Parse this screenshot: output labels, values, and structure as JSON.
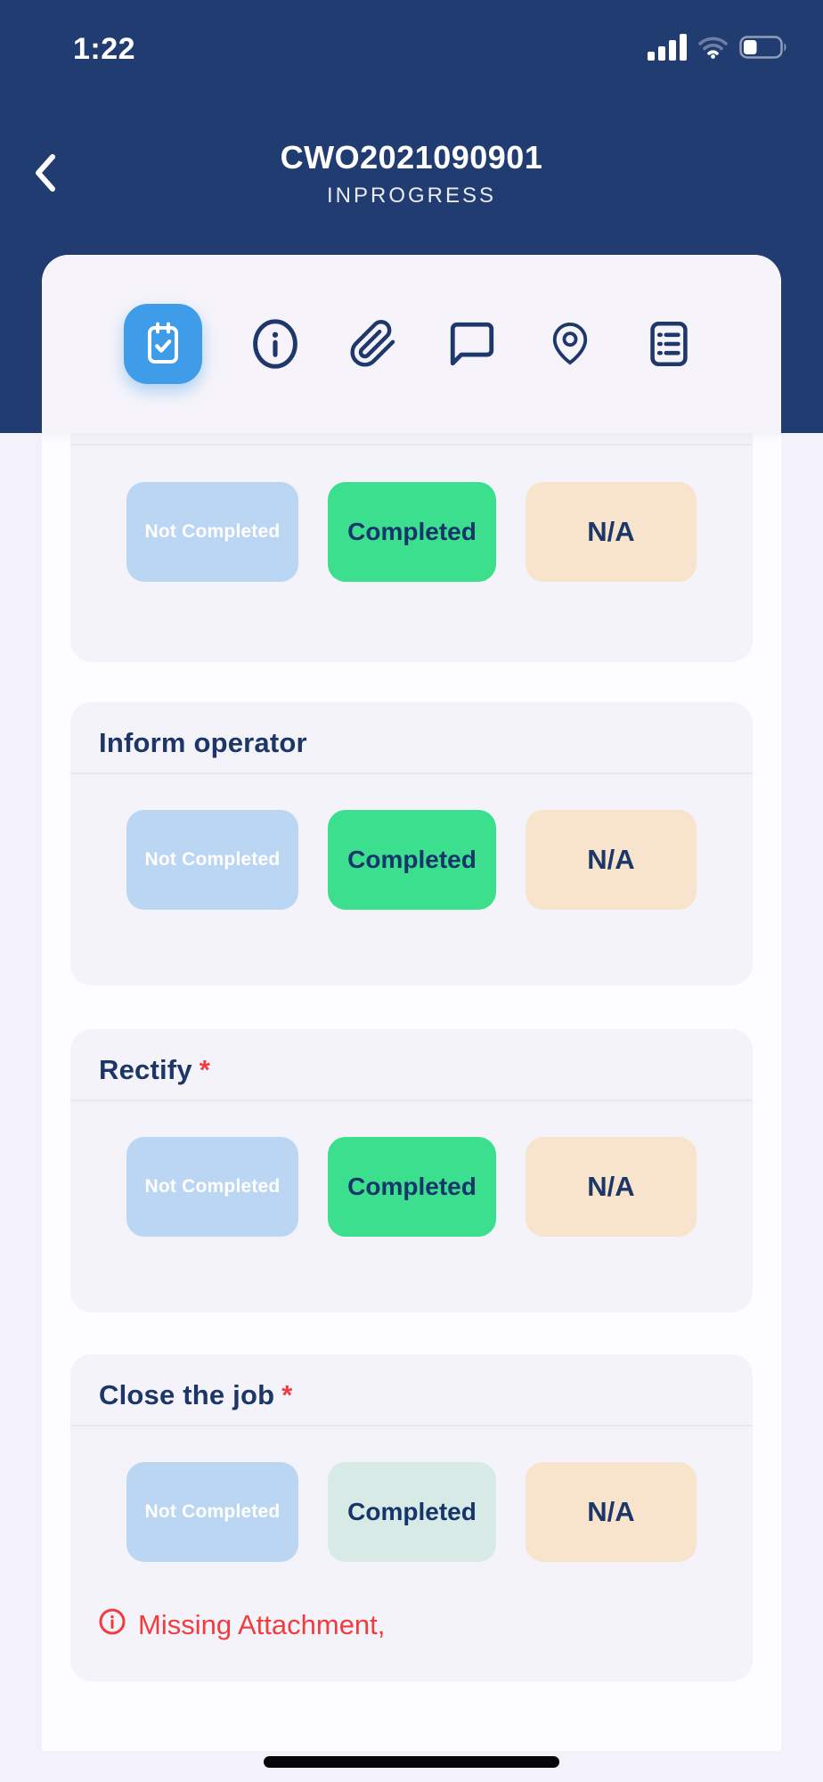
{
  "status_bar": {
    "time": "1:22",
    "icons": [
      "cellular-signal",
      "wifi",
      "battery"
    ]
  },
  "header": {
    "title": "CWO2021090901",
    "status": "INPROGRESS"
  },
  "tabs": [
    {
      "icon": "clipboard-check-icon",
      "name": "tasks",
      "active": true
    },
    {
      "icon": "info-icon",
      "name": "info",
      "active": false
    },
    {
      "icon": "paperclip-icon",
      "name": "attachments",
      "active": false
    },
    {
      "icon": "comment-icon",
      "name": "comments",
      "active": false
    },
    {
      "icon": "map-pin-icon",
      "name": "location",
      "active": false
    },
    {
      "icon": "list-icon",
      "name": "checklist",
      "active": false
    }
  ],
  "sections": [
    {
      "title": "",
      "options": [
        {
          "label": "Not Completed",
          "state": "unselected"
        },
        {
          "label": "Completed",
          "state": "selected"
        },
        {
          "label": "N/A",
          "state": "unselected"
        }
      ]
    },
    {
      "title": "Inform operator",
      "options": [
        {
          "label": "Not Completed",
          "state": "unselected"
        },
        {
          "label": "Completed",
          "state": "selected"
        },
        {
          "label": "N/A",
          "state": "unselected"
        }
      ]
    },
    {
      "title": "Rectify",
      "required_marker": "*",
      "options": [
        {
          "label": "Not Completed",
          "state": "unselected"
        },
        {
          "label": "Completed",
          "state": "selected"
        },
        {
          "label": "N/A",
          "state": "unselected"
        }
      ]
    },
    {
      "title": "Close the job",
      "required_marker": "*",
      "options": [
        {
          "label": "Not Completed",
          "state": "unselected"
        },
        {
          "label": "Completed",
          "state": "unselected"
        },
        {
          "label": "N/A",
          "state": "unselected"
        }
      ],
      "error": "Missing Attachment,"
    }
  ],
  "colors": {
    "header_bg": "#213c70",
    "active_tab_blue": "#3e9ce9",
    "selected_green": "#3cdf8d",
    "not_completed_blue": "#bad6f3",
    "inactive_teal": "#d8eae5",
    "na_peach": "#f8e3cc",
    "error_red": "#f23b3f",
    "navy_text": "#1c3767"
  }
}
